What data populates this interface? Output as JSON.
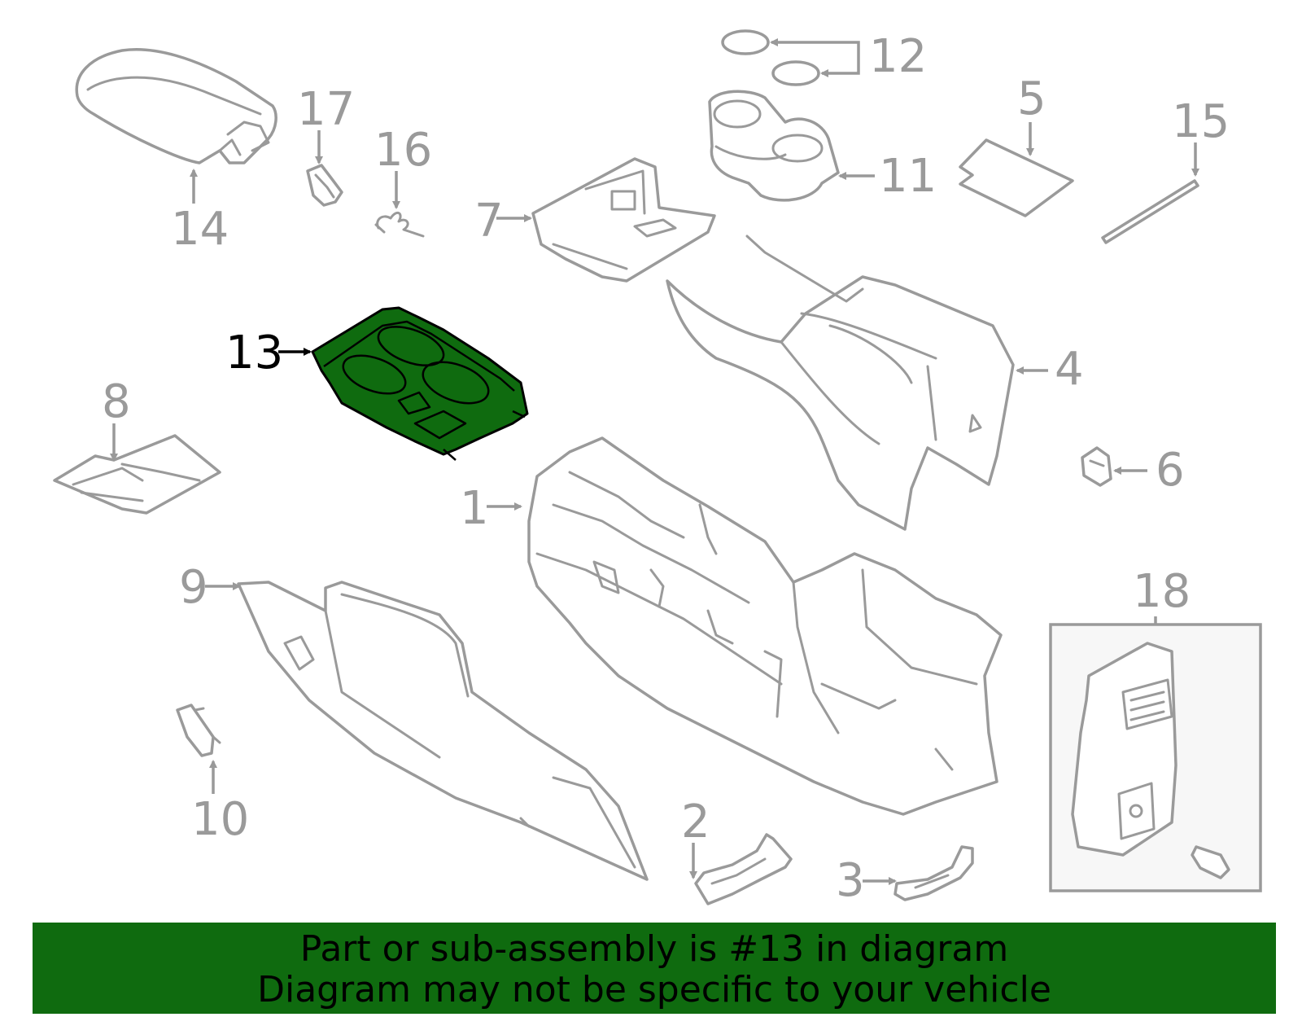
{
  "diagram": {
    "labels": {
      "l1": "1",
      "l2": "2",
      "l3": "3",
      "l4": "4",
      "l5": "5",
      "l6": "6",
      "l7": "7",
      "l8": "8",
      "l9": "9",
      "l10": "10",
      "l11": "11",
      "l12": "12",
      "l13": "13",
      "l14": "14",
      "l15": "15",
      "l16": "16",
      "l17": "17",
      "l18": "18"
    },
    "highlighted_part": "13",
    "highlight_color": "#0f6b0f",
    "line_color": "#9a9a9a"
  },
  "banner": {
    "line1": "Part or sub-assembly is #13 in diagram",
    "line2": "Diagram may not be specific to your vehicle",
    "background": "#0f6b0f"
  }
}
